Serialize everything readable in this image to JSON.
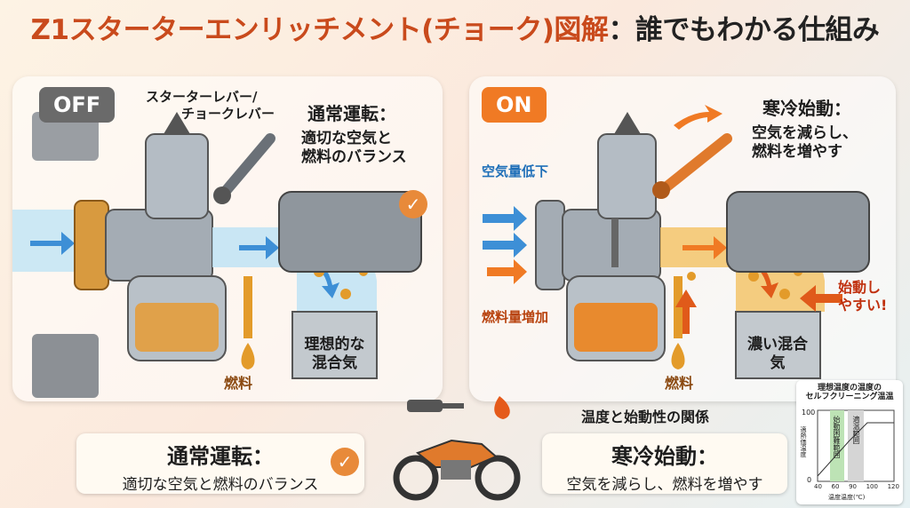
{
  "title": {
    "main": "Z1スターターエンリッチメント(チョーク)図解",
    "sub": "：誰でもわかる仕組み"
  },
  "left_panel": {
    "badge": "OFF",
    "lever_label_1": "スターターレバー/",
    "lever_label_2": "チョークレバー",
    "heading": "通常運転：",
    "desc_1": "適切な空気と",
    "desc_2": "燃料のバランス",
    "fuel_label": "燃料",
    "mixture_1": "理想的な",
    "mixture_2": "混合気"
  },
  "right_panel": {
    "badge": "ON",
    "heading": "寒冷始動：",
    "desc_1": "空気を減らし、",
    "desc_2": "燃料を増やす",
    "air_label": "空気量低下",
    "fuel_increase_label": "燃料量増加",
    "fuel_label": "燃料",
    "mixture_1": "濃い混合",
    "mixture_2": "気",
    "start_label_1": "始動し",
    "start_label_2": "やすい!"
  },
  "bottom": {
    "left_box_title": "通常運転：",
    "left_box_sub": "適切な空気と燃料のバランス",
    "center_caption": "温度と始動性の関係",
    "right_box_title": "寒冷始動：",
    "right_box_sub": "空気を減らし、燃料を増やす"
  },
  "mini_chart": {
    "title_1": "理想温度の温度の",
    "title_2": "セルフクリーニング温温",
    "y_ticks": [
      "100",
      "0"
    ],
    "y_label": "適熱価温度",
    "x_ticks": [
      "40",
      "60",
      "90",
      "100",
      "120"
    ],
    "x_label": "温度温度(℃)",
    "band_1": "始動困難範囲",
    "band_2": "適温範囲"
  },
  "colors": {
    "accent": "#f07a24",
    "title_red": "#c94a1c",
    "air_blue": "#3d8fd6",
    "fuel": "#e39b2a"
  }
}
